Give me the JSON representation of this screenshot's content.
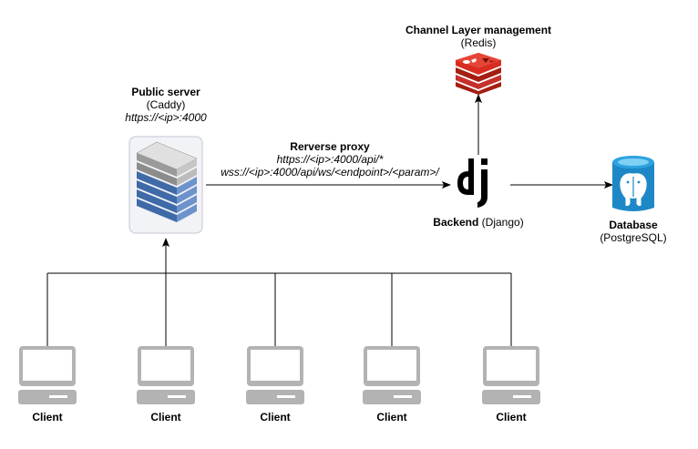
{
  "public_server": {
    "title": "Public server",
    "subtitle": "(Caddy)",
    "address": "https://<ip>:4000"
  },
  "proxy": {
    "title": "Rerverse proxy",
    "route_api": "https://<ip>:4000/api/*",
    "route_ws": "wss://<ip>:4000/api/ws/<endpoint>/<param>/"
  },
  "channel_layer": {
    "title": "Channel Layer management",
    "subtitle": "(Redis)"
  },
  "backend": {
    "title": "Backend",
    "subtitle": "(Django)",
    "logo_text": "dj"
  },
  "database": {
    "title": "Database",
    "subtitle": "(PostgreSQL)"
  },
  "clients": [
    {
      "label": "Client"
    },
    {
      "label": "Client"
    },
    {
      "label": "Client"
    },
    {
      "label": "Client"
    },
    {
      "label": "Client"
    }
  ],
  "colors": {
    "line": "#000000",
    "redis": "#c6302b",
    "postgres_blue": "#1e88c7",
    "server_blue": "#4a74b5",
    "client_gray": "#b0b0b0"
  }
}
